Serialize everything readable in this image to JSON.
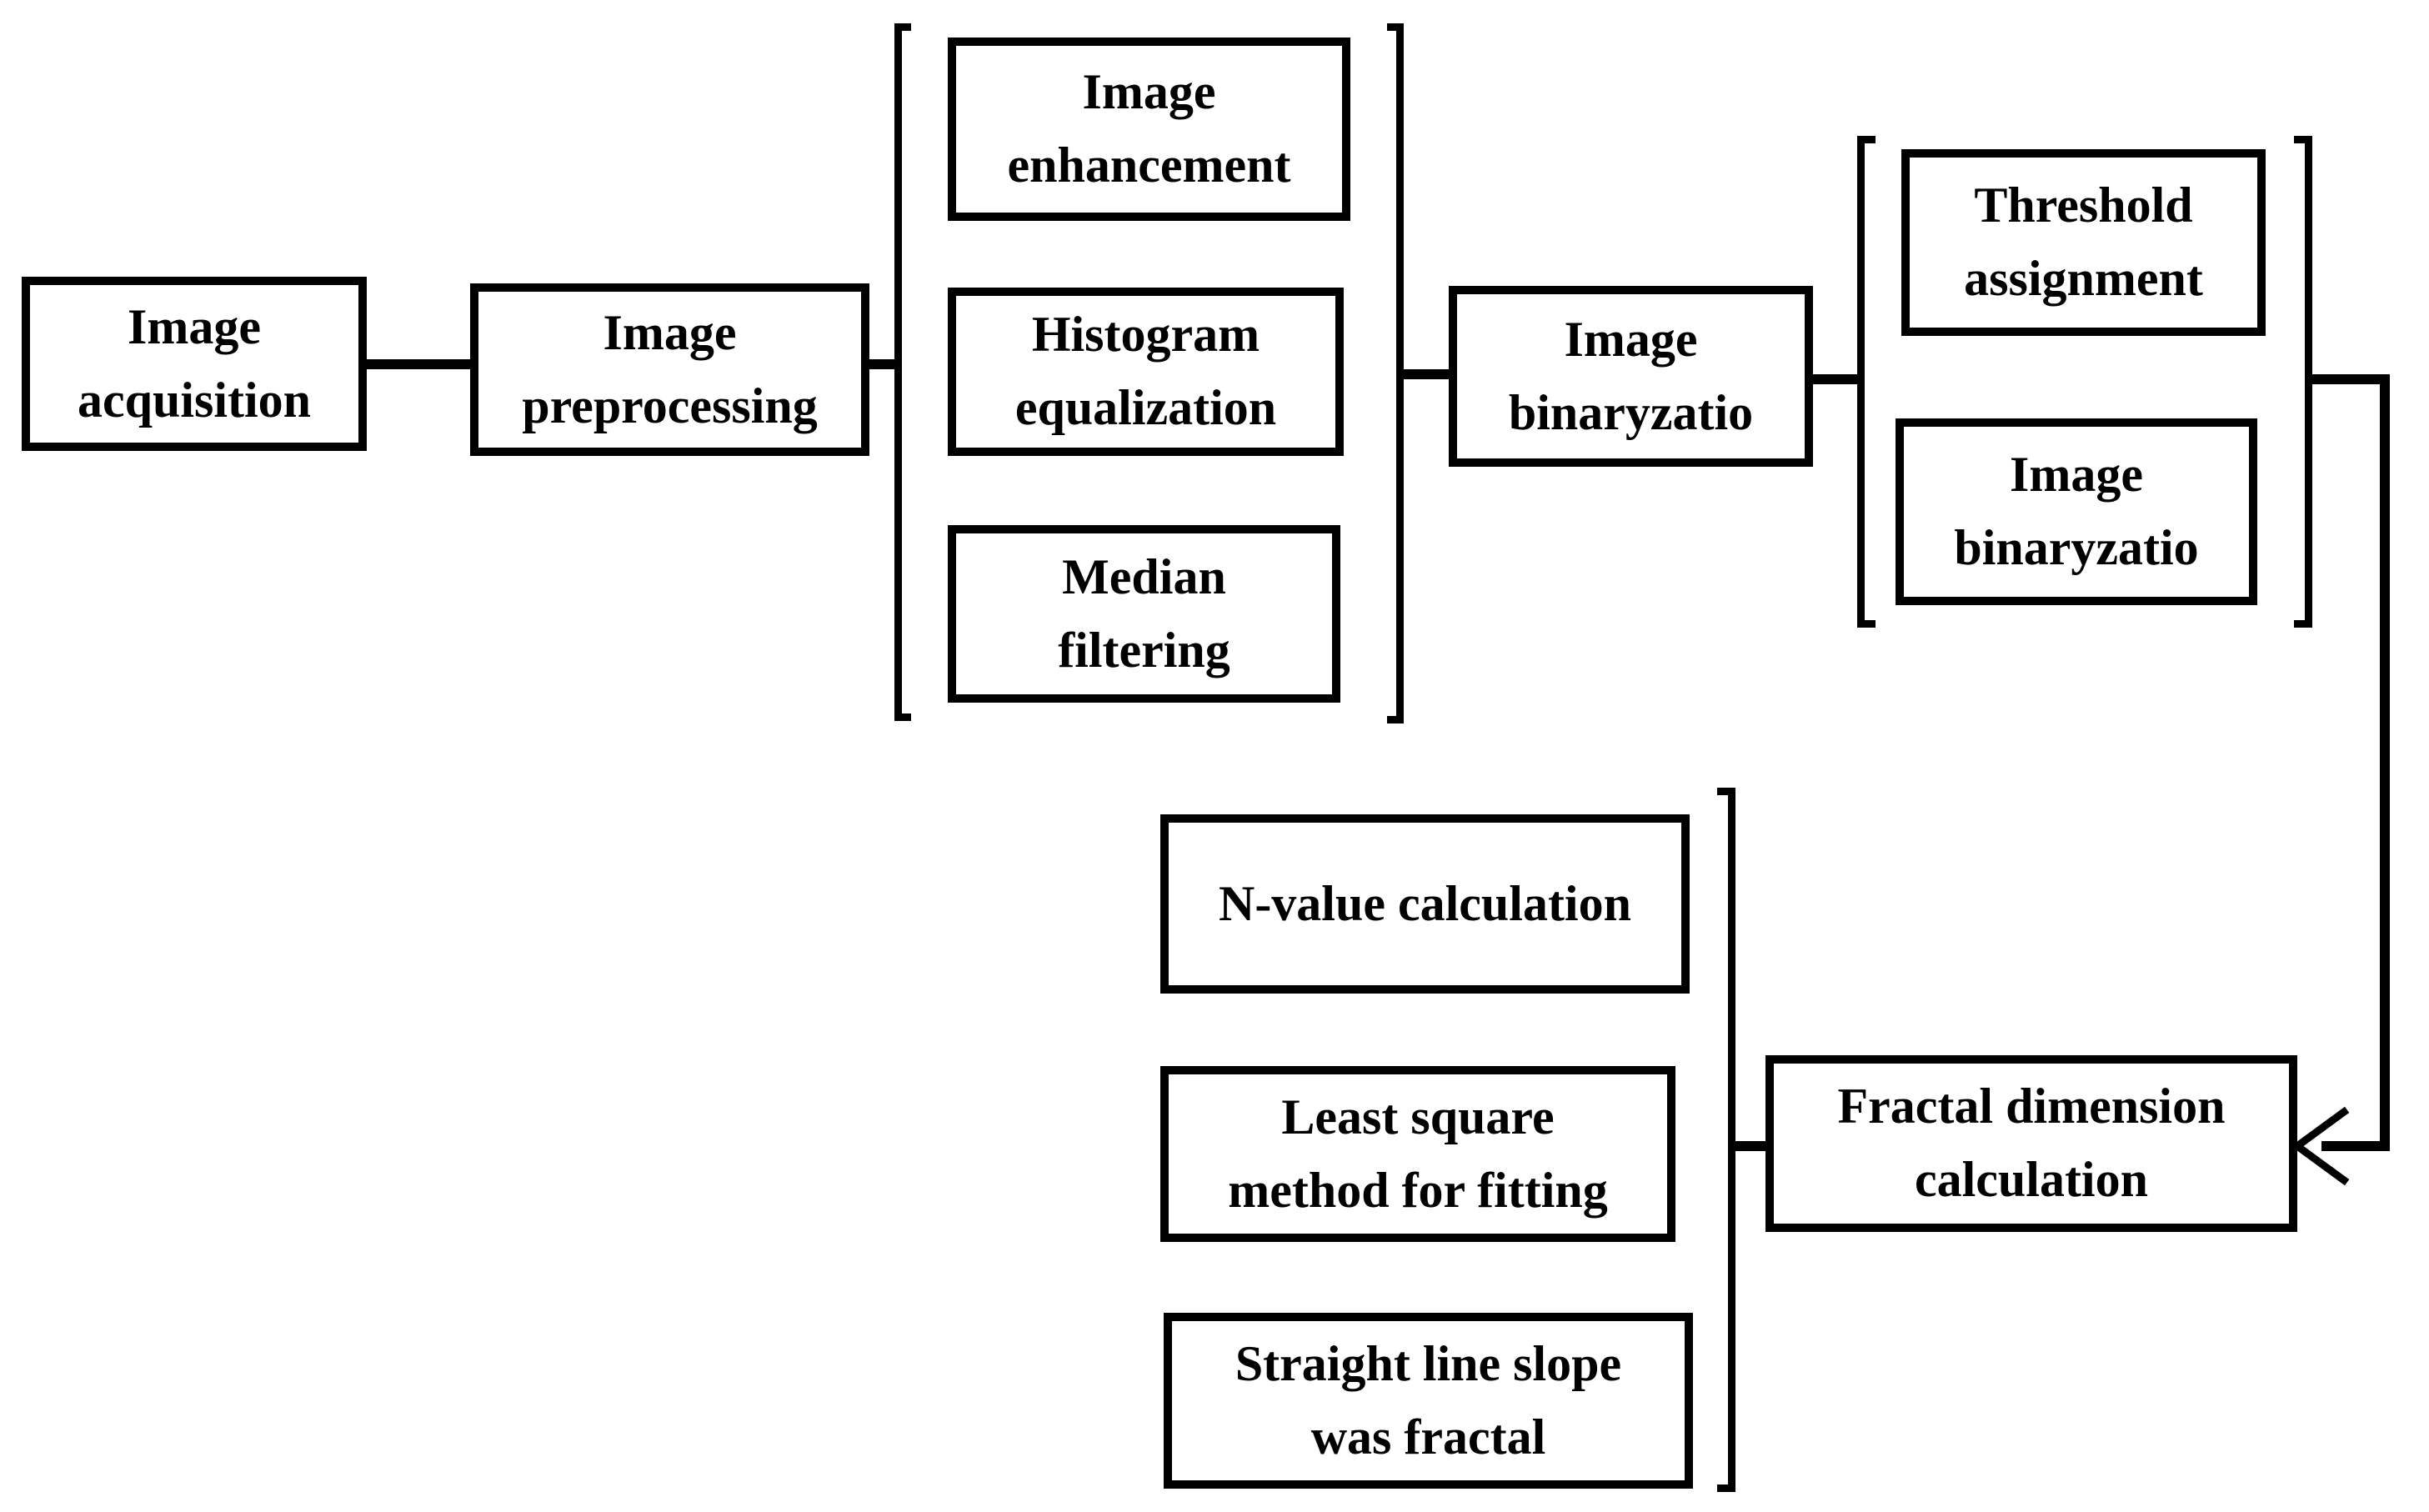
{
  "colors": {
    "ink": "#000000",
    "background": "#ffffff"
  },
  "flowchart": {
    "boxes": [
      {
        "name": "image-acquisition",
        "label": "Image\nacquisition"
      },
      {
        "name": "image-preprocessing",
        "label": "Image\npreprocessing"
      },
      {
        "name": "image-enhancement",
        "label": "Image\nenhancement"
      },
      {
        "name": "histogram-equalization",
        "label": "Histogram\nequalization"
      },
      {
        "name": "median-filtering",
        "label": "Median\nfiltering"
      },
      {
        "name": "image-binaryzation",
        "label": "Image\nbinaryzatio"
      },
      {
        "name": "threshold-assignment",
        "label": "Threshold\nassignment"
      },
      {
        "name": "image-binaryzation-step",
        "label": "Image\nbinaryzatio"
      },
      {
        "name": "fractal-dimension-calculation",
        "label": "Fractal dimension\ncalculation"
      },
      {
        "name": "n-value-calculation",
        "label": "N-value calculation"
      },
      {
        "name": "least-square-fitting",
        "label": "Least square\nmethod for fitting"
      },
      {
        "name": "straight-line-slope",
        "label": "Straight line slope\nwas fractal"
      }
    ],
    "groups": [
      {
        "name": "preprocessing-group",
        "members": [
          "image-enhancement",
          "histogram-equalization",
          "median-filtering"
        ]
      },
      {
        "name": "binaryzation-group",
        "members": [
          "threshold-assignment",
          "image-binaryzation-step"
        ]
      },
      {
        "name": "fractal-group",
        "members": [
          "n-value-calculation",
          "least-square-fitting",
          "straight-line-slope"
        ]
      }
    ],
    "edges": [
      {
        "from": "image-acquisition",
        "to": "image-preprocessing"
      },
      {
        "from": "image-preprocessing",
        "to": "preprocessing-group"
      },
      {
        "from": "preprocessing-group",
        "to": "image-binaryzation"
      },
      {
        "from": "image-binaryzation",
        "to": "binaryzation-group"
      },
      {
        "from": "binaryzation-group",
        "to": "fractal-dimension-calculation",
        "arrow": "left-arrowhead"
      },
      {
        "from": "fractal-group",
        "to": "fractal-dimension-calculation"
      }
    ],
    "icons": {
      "arrowhead": "left-chevron-arrowhead"
    }
  }
}
